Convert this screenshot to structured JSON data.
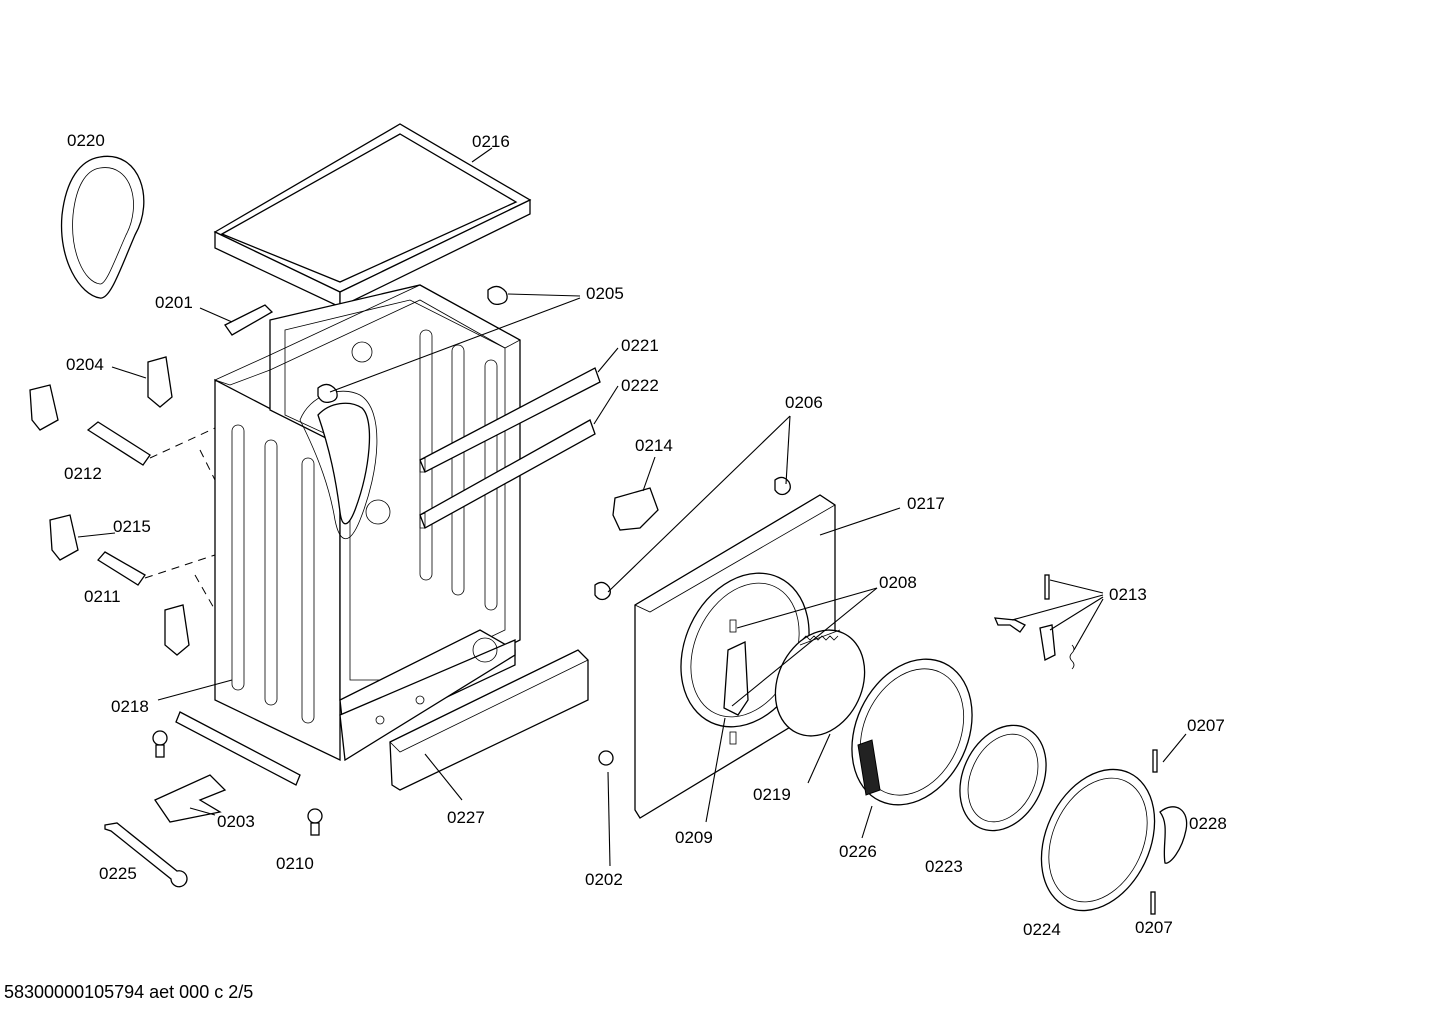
{
  "footer": "58300000105794 aet 000 c 2/5",
  "labels": {
    "p0220": "0220",
    "p0216": "0216",
    "p0201": "0201",
    "p0205": "0205",
    "p0221": "0221",
    "p0204": "0204",
    "p0222": "0222",
    "p0206": "0206",
    "p0214": "0214",
    "p0212": "0212",
    "p0217": "0217",
    "p0215": "0215",
    "p0208": "0208",
    "p0211": "0211",
    "p0213": "0213",
    "p0218": "0218",
    "p0207a": "0207",
    "p0203": "0203",
    "p0227": "0227",
    "p0219": "0219",
    "p0228": "0228",
    "p0209": "0209",
    "p0226": "0226",
    "p0225": "0225",
    "p0210": "0210",
    "p0223": "0223",
    "p0202": "0202",
    "p0224": "0224",
    "p0207b": "0207"
  }
}
